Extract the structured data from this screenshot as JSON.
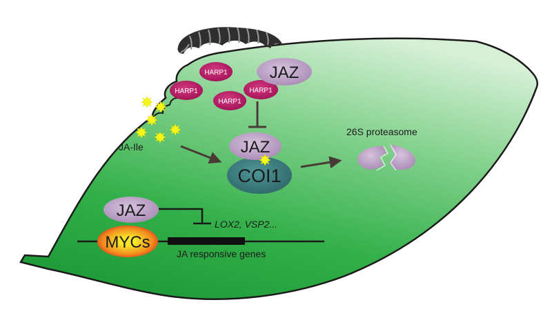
{
  "labels": {
    "harp1": "HARP1",
    "jaz": "JAZ",
    "coi1": "COI1",
    "ja_ile": "JA-Ile",
    "proteasome": "26S proteasome",
    "mycs": "MYCs",
    "target_genes": "LOX2, VSP2...",
    "ja_responsive_genes": "JA responsive genes"
  },
  "colors": {
    "leaf_light": "#d6f0d6",
    "leaf_dark": "#21a33d",
    "harp1": "#b3135f",
    "jaz": "#b79ac2",
    "coi1": "#3d7d80",
    "mycs_center": "#f7e62a",
    "mycs_edge": "#e8411f",
    "ja_ile": "#f5f51a",
    "caterpillar": "#2f2f2f"
  }
}
